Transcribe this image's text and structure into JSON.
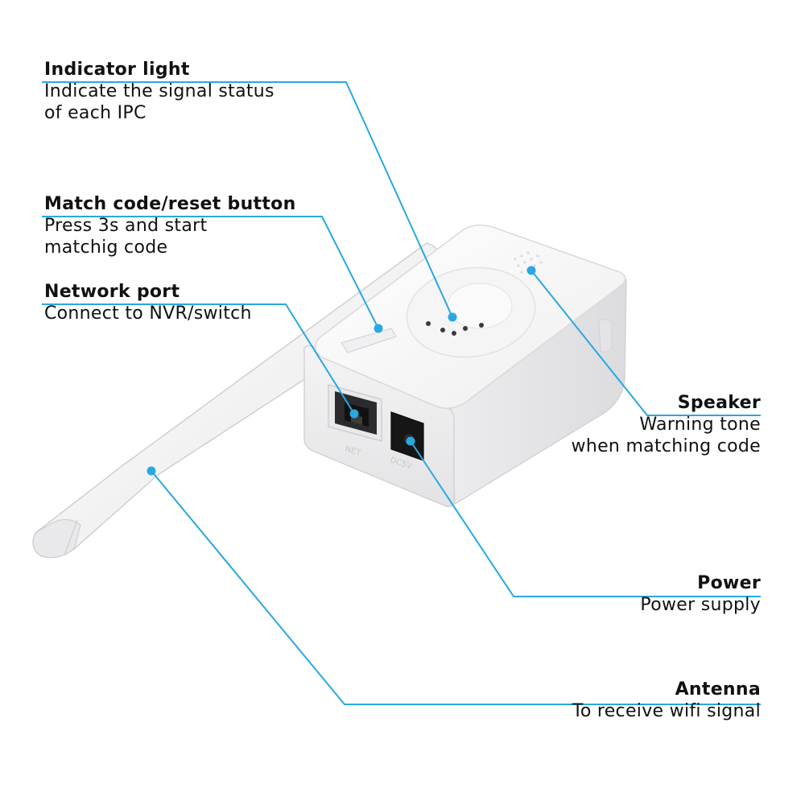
{
  "accent_color": "#29a8e0",
  "product": {
    "name": "wifi-repeater-device",
    "port_labels": {
      "net": "NET",
      "dc": "DC5V"
    }
  },
  "callouts": {
    "indicator_light": {
      "title": "Indicator light",
      "description": "Indicate the signal status\nof each IPC"
    },
    "match_code": {
      "title": "Match code/reset button",
      "description": "Press 3s and start\nmatchig code"
    },
    "network_port": {
      "title": "Network port",
      "description": "Connect to NVR/switch"
    },
    "speaker": {
      "title": "Speaker",
      "description": "Warning tone\nwhen matching code"
    },
    "power": {
      "title": "Power",
      "description": "Power supply"
    },
    "antenna": {
      "title": "Antenna",
      "description": "To receive wifi signal"
    }
  }
}
